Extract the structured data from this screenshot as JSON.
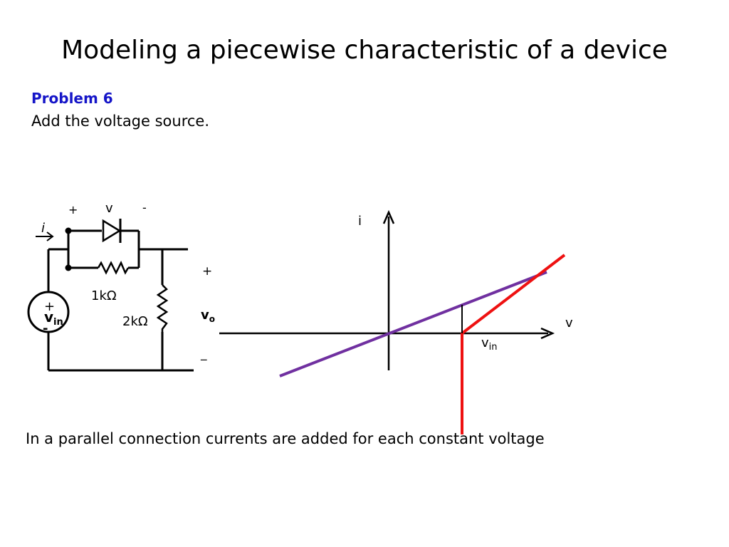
{
  "title": "Modeling a piecewise characteristic of a device",
  "problem": {
    "label": "Problem 6",
    "instruction": "Add the voltage source."
  },
  "circuit": {
    "diode_plus": "+",
    "diode_voltage": "v",
    "diode_minus": "-",
    "current": "i",
    "source_plus": "+",
    "source_label": "v",
    "source_subscript": "in",
    "source_minus": "-",
    "r1": "1kΩ",
    "r2": "2kΩ",
    "out_plus": "+",
    "out_label": "v",
    "out_subscript": "o",
    "out_minus": "_"
  },
  "graph": {
    "y_label": "i",
    "x_label": "v",
    "vin_label": "v",
    "vin_subscript": "in",
    "colors": {
      "axes": "#000000",
      "sum_line": "#7030a0",
      "diode_line": "#ee1111"
    }
  },
  "footer": "In a parallel connection currents are added for each constant voltage"
}
